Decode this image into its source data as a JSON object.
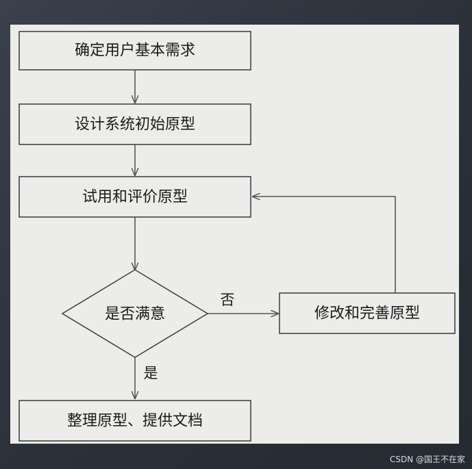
{
  "diagram": {
    "nodes": {
      "requirements": "确定用户基本需求",
      "initial_prototype": "设计系统初始原型",
      "trial_evaluate": "试用和评价原型",
      "satisfied_decision": "是否满意",
      "modify_improve": "修改和完善原型",
      "finalize": "整理原型、提供文档"
    },
    "edge_labels": {
      "yes": "是",
      "no": "否"
    }
  },
  "watermark": "CSDN @国王不在家"
}
